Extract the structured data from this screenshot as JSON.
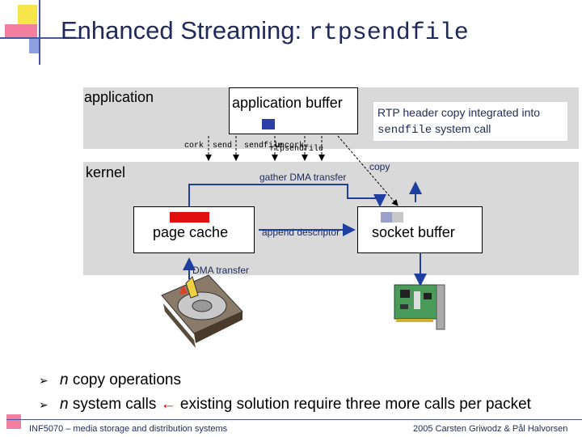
{
  "slide": {
    "title_plain": "Enhanced Streaming: ",
    "title_code": "rtpsendfile"
  },
  "diagram": {
    "application_label": "application",
    "application_buffer_label": "application buffer",
    "note_line1": "RTP header copy integrated into",
    "note_code": "sendfile",
    "note_line2_rest": " system call",
    "syscalls": [
      "cork",
      "send",
      "sendfile",
      "uncork",
      "rtpsendfile"
    ],
    "kernel_label": "kernel",
    "gather_label": "gather DMA transfer",
    "copy_label": "copy",
    "page_cache_label": "page cache",
    "append_descriptor_label": "append descriptor",
    "socket_buffer_label": "socket buffer",
    "dma_transfer_label": "DMA transfer"
  },
  "bullets": [
    {
      "n": "n",
      "text": " copy operations",
      "extra": ""
    },
    {
      "n": "n",
      "text": " system calls ",
      "extra": "existing solution require three more calls per packet"
    }
  ],
  "footer": {
    "left": "INF5070 – media storage and distribution systems",
    "right": "2005  Carsten Griwodz & Pål Halvorsen"
  },
  "colors": {
    "region_gray": "#d9d9d9",
    "arrow_blue": "#1f3fa0",
    "payload_red": "#e01010",
    "header_blue": "#2a3fa8",
    "title_navy": "#1f2a5a"
  }
}
